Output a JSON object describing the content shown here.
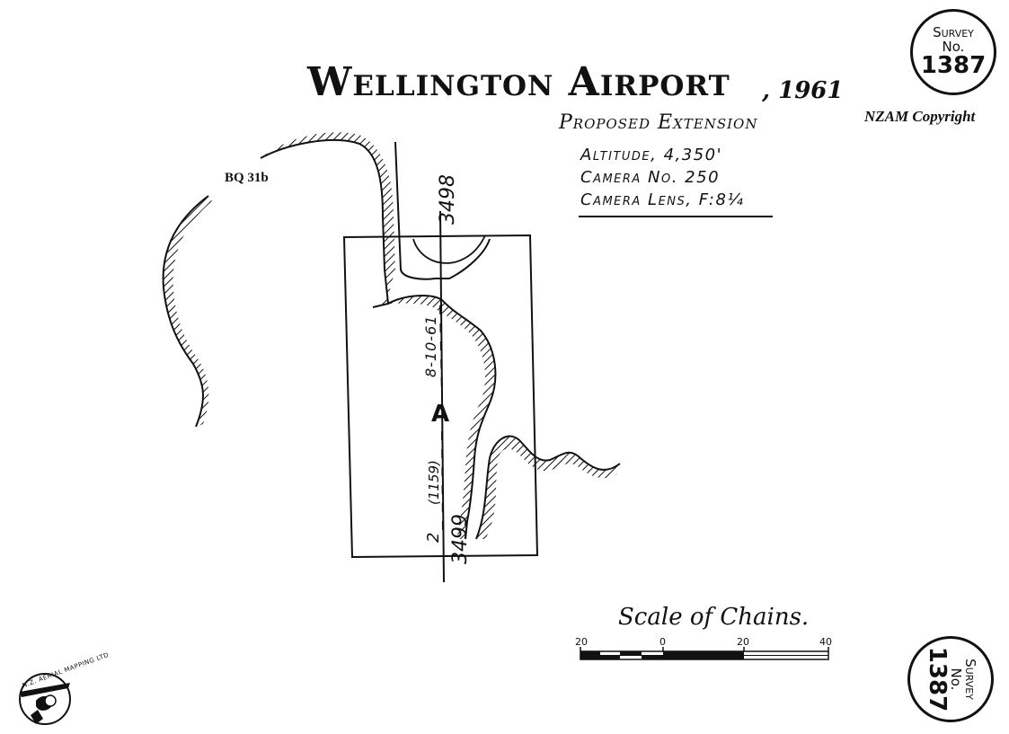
{
  "title": {
    "main": "Wellington Airport",
    "comma": ",",
    "year": "1961",
    "subtitle": "Proposed Extension"
  },
  "flight_info": {
    "altitude": "Altitude, 4,350'",
    "camera": "Camera No. 250",
    "lens": "Camera Lens, F:8¼"
  },
  "copyright": "NZAM Copyright",
  "map_reference": "BQ 31b",
  "survey_seal": {
    "line1": "Survey",
    "line2": "No.",
    "number": "1387"
  },
  "run_labels": {
    "top_photo": "3498",
    "date": "8-10-61",
    "area": "A",
    "run_code": "(1159)",
    "run_number": "2",
    "bottom_photo": "3499"
  },
  "scale": {
    "title": "Scale of Chains.",
    "ticks": [
      "20",
      "0",
      "20",
      "40"
    ]
  },
  "logo": {
    "text": "N.Z. AERIAL MAPPING LTD"
  },
  "colors": {
    "ink": "#111111",
    "paper": "#ffffff"
  }
}
